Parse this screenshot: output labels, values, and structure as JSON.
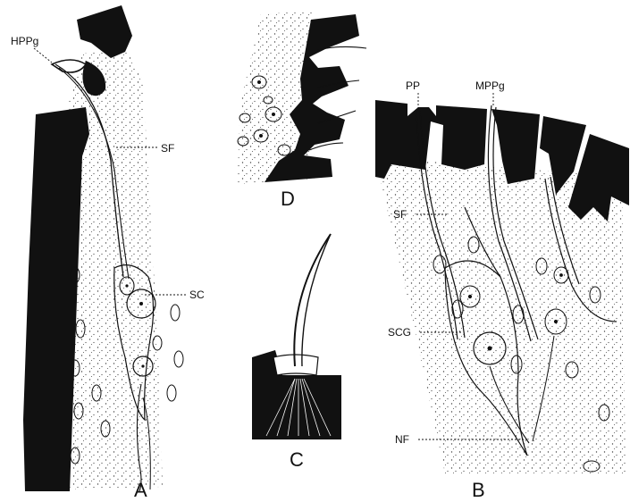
{
  "figure": {
    "panels": {
      "A": "A",
      "B": "B",
      "C": "C",
      "D": "D"
    },
    "labels": {
      "a_hppg": "HPPg",
      "a_sf": "SF",
      "a_sc": "SC",
      "b_pp": "PP",
      "b_mppg": "MPPg",
      "b_sf": "SF",
      "b_scg": "SCG",
      "b_nf": "NF"
    }
  },
  "colors": {
    "ink": "#111111",
    "paper": "#ffffff",
    "stipple": "#444444"
  }
}
